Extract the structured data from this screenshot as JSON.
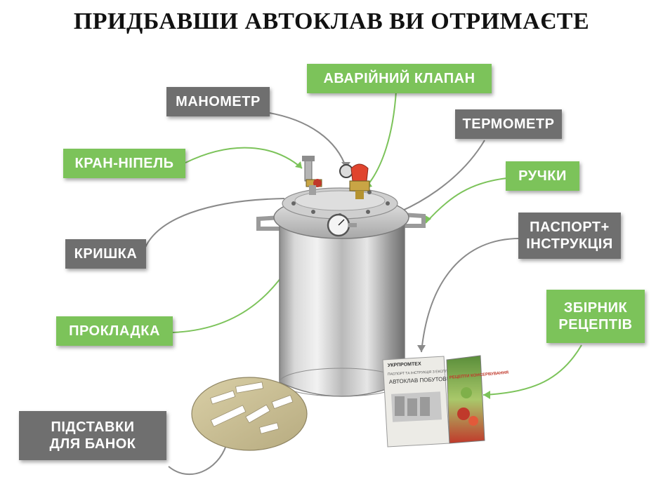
{
  "title": "ПРИДБАВШИ АВТОКЛАВ ВИ ОТРИМАЄТЕ",
  "labels": {
    "manometer": "МАНОМЕТР",
    "safety_valve": "АВАРІЙНИЙ КЛАПАН",
    "thermometer": "ТЕРМОМЕТР",
    "nipple_valve": "КРАН-НІПЕЛЬ",
    "handles": "РУЧКИ",
    "passport_line1": "ПАСПОРТ+",
    "passport_line2": "ІНСТРУКЦІЯ",
    "lid": "КРИШКА",
    "gasket": "ПРОКЛАДКА",
    "recipes_line1": "ЗБІРНИК",
    "recipes_line2": "РЕЦЕПТІВ",
    "stands_line1": "ПІДСТАВКИ",
    "stands_line2": "ДЛЯ БАНОК"
  },
  "booklet": {
    "brand": "УКРПРОМТЕХ",
    "header": "ПАСПОРТ ТА ІНСТРУКЦІЯ З ЕКСПЛУАТАЦІЇ",
    "product": "АВТОКЛАВ ПОБУТОВИЙ",
    "recipes_title": "РЕЦЕПТИ КОНСЕРВУВАННЯ"
  },
  "colors": {
    "gray_label": "#6f6f6f",
    "green_label": "#7cc35a",
    "gray_line": "#8a8a8a",
    "green_line": "#7cc35a"
  }
}
